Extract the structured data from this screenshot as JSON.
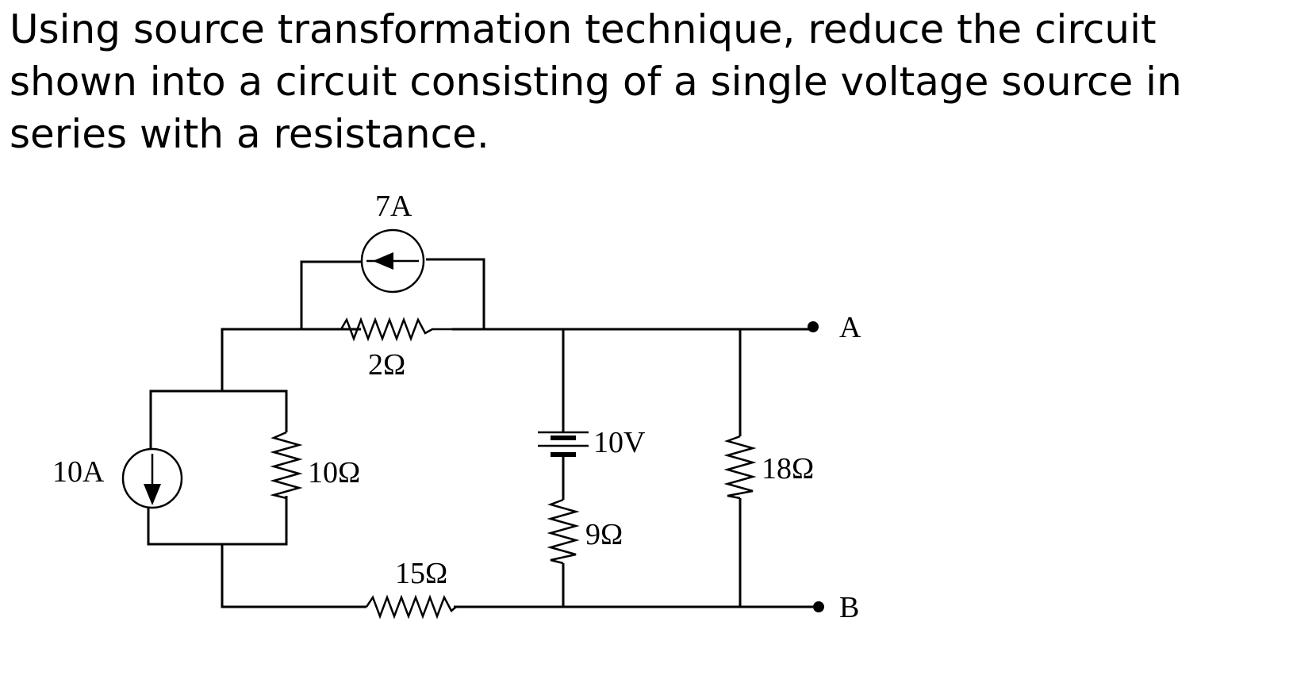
{
  "question": {
    "lines": [
      "Using source transformation technique, reduce the circuit",
      "shown into a circuit consisting of a single voltage source in",
      "series with a resistance."
    ]
  },
  "circuit": {
    "labels": {
      "current_source_top": "7A",
      "resistor_top": "2Ω",
      "current_source_left": "10A",
      "resistor_left": "10Ω",
      "resistor_bottom": "15Ω",
      "voltage_source": "10V",
      "resistor_middle": "9Ω",
      "resistor_right": "18Ω",
      "terminal_a": "A",
      "terminal_b": "B"
    }
  }
}
